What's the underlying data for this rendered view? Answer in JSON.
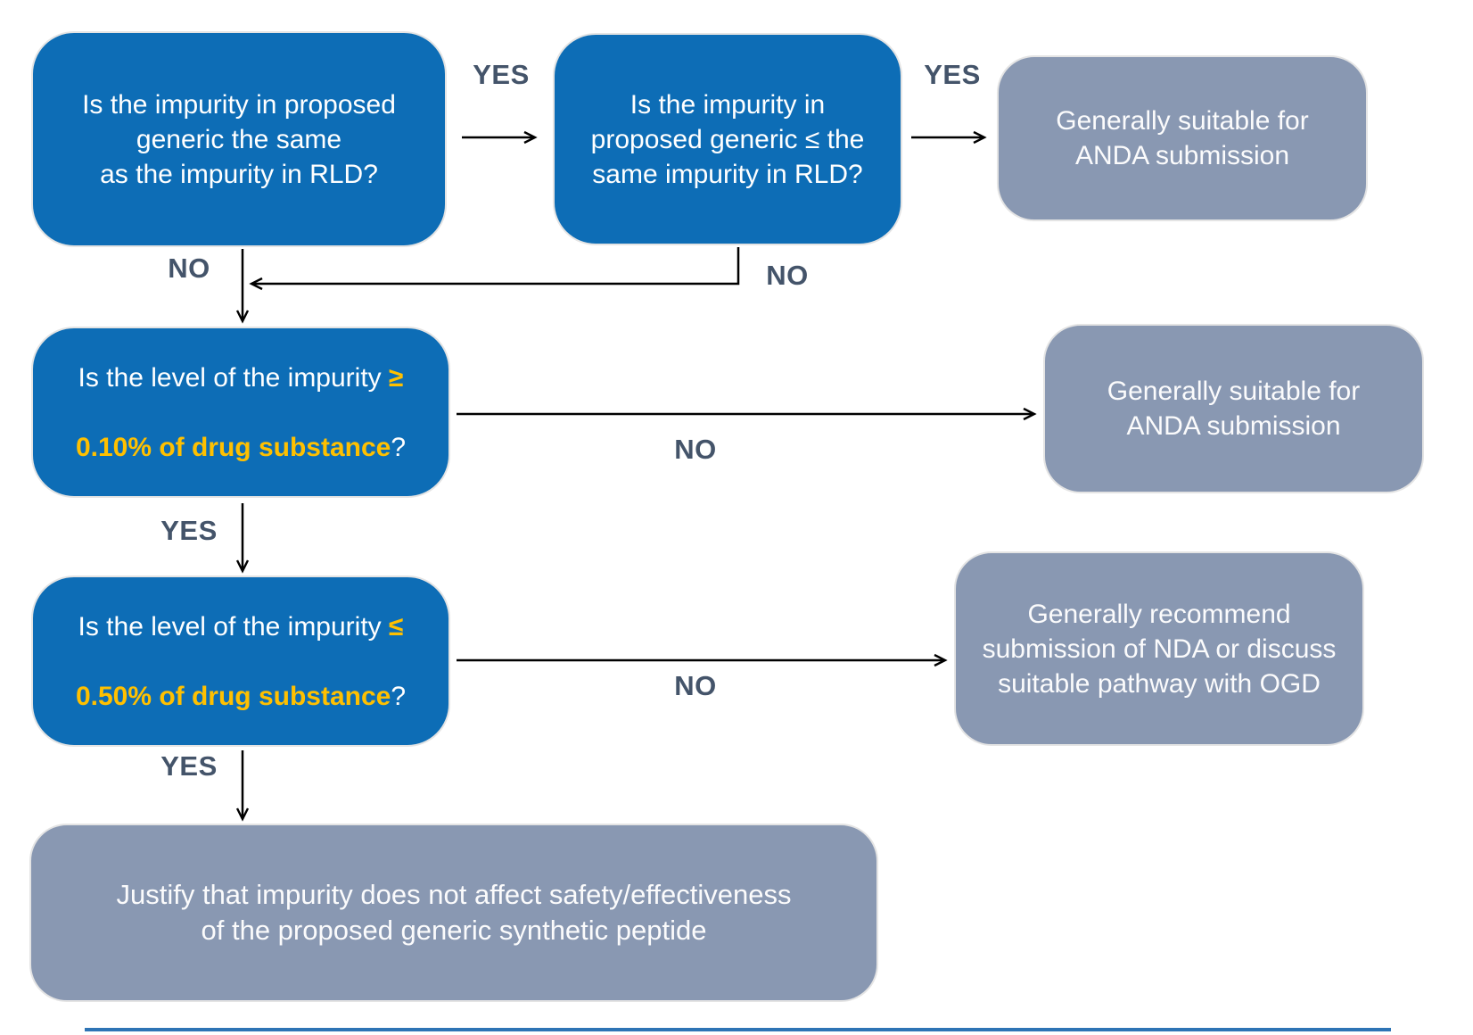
{
  "palette": {
    "question_box_blue": "#0d6db6",
    "result_box_gray": "#8998b2",
    "highlight_yellow": "#ffc000",
    "branch_label_color": "#44546a",
    "arrow_color": "#000000"
  },
  "nodes": {
    "q1": {
      "text": "Is the impurity in proposed\ngeneric the same\nas the impurity in RLD?"
    },
    "q2": {
      "text": "Is the impurity in\nproposed generic ≤ the\nsame impurity in RLD?"
    },
    "r1": {
      "text": "Generally suitable for\nANDA submission"
    },
    "q3": {
      "l1a": "Is the level of the impurity ",
      "l1b": "≥",
      "l2a": "0.10% of drug substance",
      "l2b": "?"
    },
    "r2": {
      "text": "Generally suitable for\nANDA submission"
    },
    "q4": {
      "l1a": "Is the level of the impurity ",
      "l1b": "≤",
      "l2a": "0.50% of drug substance",
      "l2b": "?"
    },
    "r3": {
      "text": "Generally recommend\nsubmission of NDA or discuss\nsuitable pathway with OGD"
    },
    "r4": {
      "text": "Justify that impurity does not affect safety/effectiveness\nof the proposed generic synthetic peptide"
    }
  },
  "labels": {
    "yes1": "YES",
    "yes2": "YES",
    "no1": "NO",
    "no2": "NO",
    "no3": "NO",
    "yes3": "YES",
    "no4": "NO",
    "yes4": "YES"
  }
}
